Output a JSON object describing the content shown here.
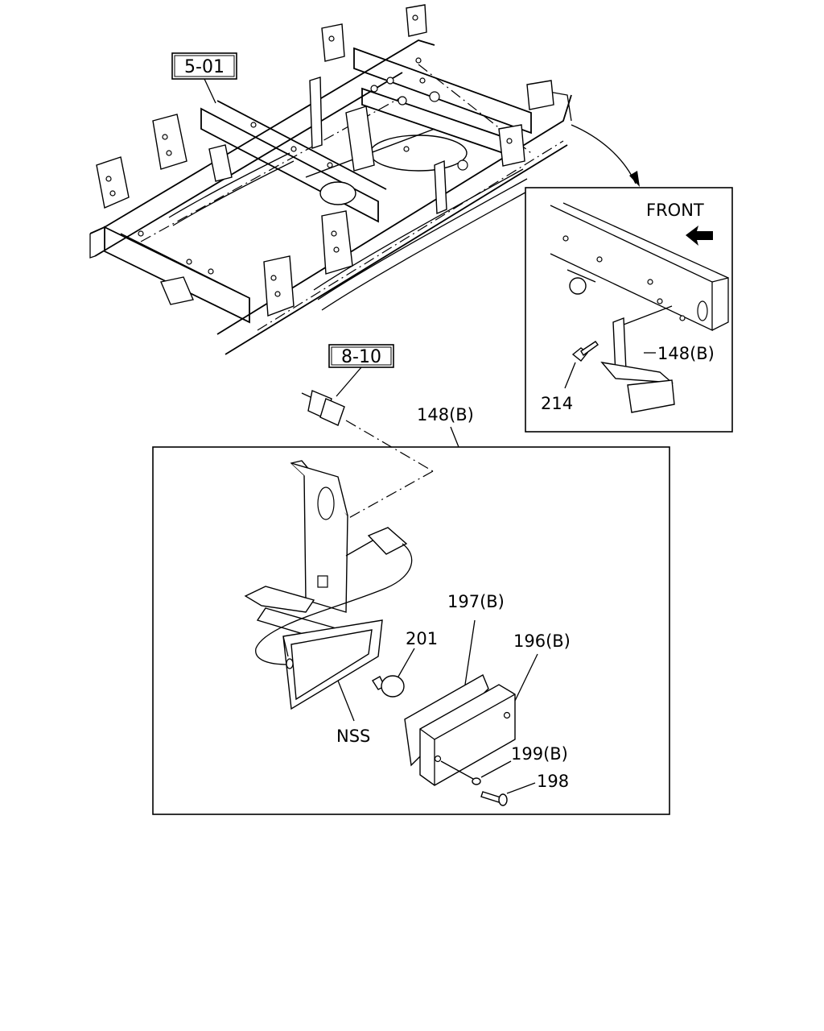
{
  "refs": {
    "frame_section": "5-01",
    "harness_section": "8-10"
  },
  "inset": {
    "direction_label": "FRONT",
    "bracket_label": "148(B)",
    "bolt_label": "214"
  },
  "assembly": {
    "lamp_assembly_label": "148(B)",
    "gasket_label": "197(B)",
    "bulb_label": "201",
    "lens_label": "196(B)",
    "washer_label": "199(B)",
    "screw_label": "198",
    "housing_label": "NSS"
  }
}
